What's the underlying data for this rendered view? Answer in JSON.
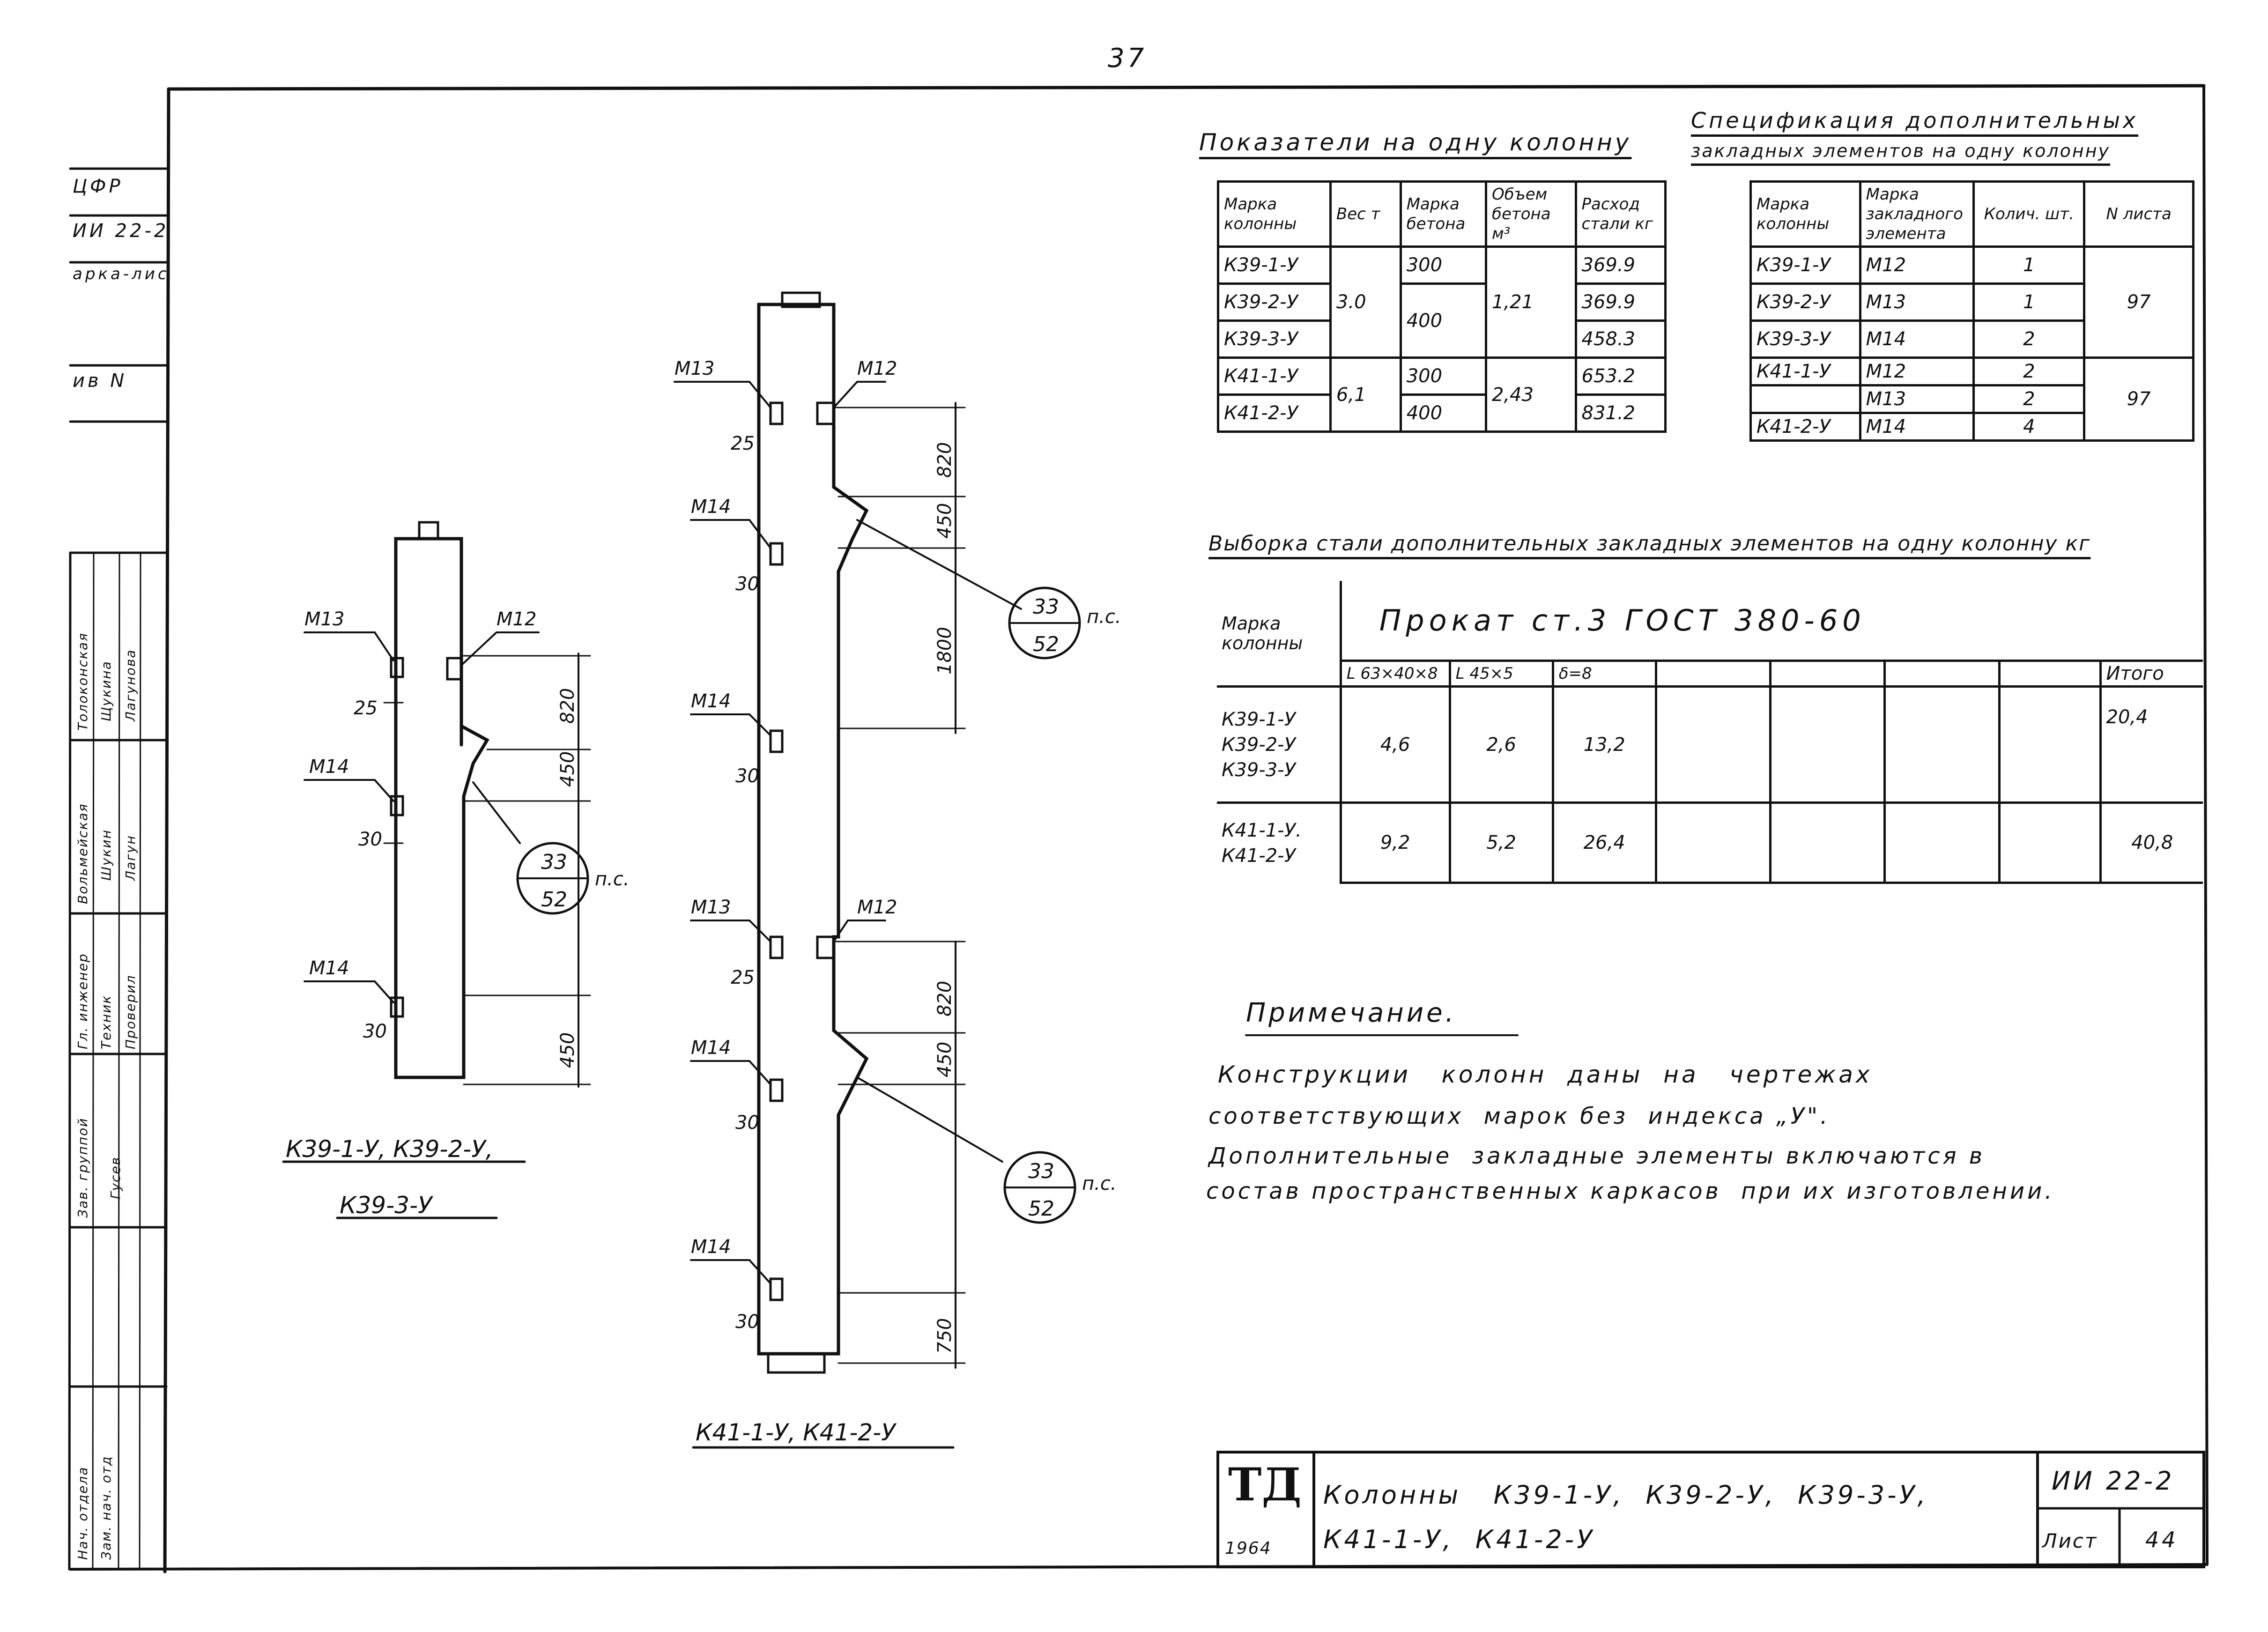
{
  "page_number": "37",
  "left_strip": {
    "codes": [
      "ЦФР",
      "ИИ 22-2",
      "арка-лис",
      "ив N"
    ],
    "vertical_labels": [
      "Толоконская",
      "Щукина",
      "Лагунова",
      "Вольмейская",
      "Шукин",
      "Лагун",
      "Гл. инженер",
      "Техник",
      "Проверил",
      "Зав. группой",
      "Гусев",
      "Нач. отдела",
      "Зам. нач. отд"
    ]
  },
  "indicators": {
    "title": "Показатели на одну колонну",
    "headers": [
      "Марка колонны",
      "Вес т",
      "Марка бетона",
      "Объем бетона м³",
      "Расход стали кг"
    ],
    "rows": [
      [
        "К39-1-У",
        "3.0",
        "300",
        "1,21",
        "369.9"
      ],
      [
        "К39-2-У",
        "",
        "400",
        "",
        "369.9"
      ],
      [
        "К39-3-У",
        "",
        "",
        "",
        "458.3"
      ],
      [
        "К41-1-У",
        "6,1",
        "300",
        "2,43",
        "653.2"
      ],
      [
        "К41-2-У",
        "",
        "400",
        "",
        "831.2"
      ]
    ]
  },
  "specification": {
    "title_line1": "Спецификация дополнительных",
    "title_line2": "закладных элементов на одну колонну",
    "headers": [
      "Марка колонны",
      "Марка закладного элемента",
      "Колич. шт.",
      "N листа"
    ],
    "rows": [
      [
        "К39-1-У",
        "М12",
        "1",
        "97"
      ],
      [
        "К39-2-У",
        "М13",
        "1",
        ""
      ],
      [
        "К39-3-У",
        "М14",
        "2",
        ""
      ],
      [
        "К41-1-У",
        "М12",
        "2",
        "97"
      ],
      [
        "",
        "М13",
        "2",
        ""
      ],
      [
        "К41-2-У",
        "М14",
        "4",
        ""
      ]
    ]
  },
  "steel_sample": {
    "title": "Выборка стали дополнительных закладных элементов на одну колонну кг",
    "header_mark": "Марка колонны",
    "header_rolled": "Прокат    ст.3    ГОСТ 380-60",
    "subheaders": [
      "L 63×40×8",
      "L 45×5",
      "δ=8",
      "",
      "",
      "",
      "",
      "Итого"
    ],
    "rows": [
      {
        "marks": [
          "К39-1-У",
          "К39-2-У",
          "К39-3-У"
        ],
        "values": [
          "4,6",
          "2,6",
          "13,2",
          "",
          "",
          "",
          "",
          "20,4"
        ]
      },
      {
        "marks": [
          "К41-1-У.",
          "К41-2-У"
        ],
        "values": [
          "9,2",
          "5,2",
          "26,4",
          "",
          "",
          "",
          "",
          "40,8"
        ]
      }
    ]
  },
  "note": {
    "title": "Примечание.",
    "lines": [
      "Конструкции   колонн  даны  на   чертежах",
      "соответствующих  марок без  индекса „У\".",
      "Дополнительные  закладные элементы включаются в",
      "состав пространственных каркасов  при их изготовлении."
    ]
  },
  "drawing_small": {
    "labels": [
      "М13",
      "М12",
      "М14",
      "М14",
      "25",
      "30",
      "30",
      "820",
      "450",
      "450"
    ],
    "callout_top": "33",
    "callout_bottom": "52",
    "callout_note": "п.с.",
    "caption_line1": "К39-1-У, К39-2-У,",
    "caption_line2": "К39-3-У"
  },
  "drawing_large": {
    "labels": [
      "М13",
      "М12",
      "М14",
      "М14",
      "М13",
      "М12",
      "М14",
      "М14",
      "25",
      "30",
      "30",
      "25",
      "30",
      "30",
      "820",
      "450",
      "1800",
      "820",
      "450",
      "750"
    ],
    "callout_top": "33",
    "callout_bottom": "52",
    "callout_note": "п.с.",
    "caption": "К41-1-У, К41-2-У"
  },
  "title_block": {
    "logo": "ТД",
    "year": "1964",
    "line1": "Колонны   К39-1-У,  К39-2-У,  К39-3-У,",
    "line2": "К41-1-У,  К41-2-У",
    "series": "ИИ 22-2",
    "sheet_label": "Лист",
    "sheet_number": "44"
  }
}
